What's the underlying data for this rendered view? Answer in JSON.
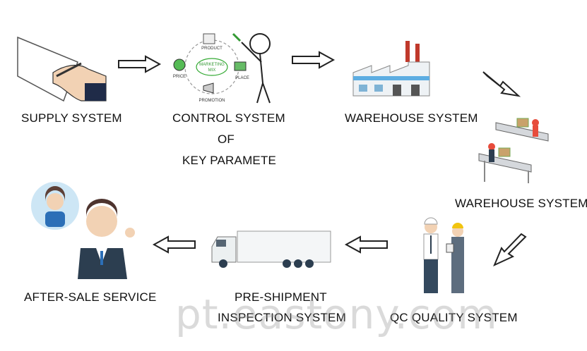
{
  "steps": {
    "supply": "SUPPLY SYSTEM",
    "control_1": "CONTROL SYSTEM",
    "control_2": "OF",
    "control_3": "KEY PARAMETE",
    "warehouse_top": "WAREHOUSE SYSTEM",
    "warehouse_right": "WAREHOUSE SYSTEM",
    "qc": "QC QUALITY SYSTEM",
    "pre_shipment_1": "PRE-SHIPMENT",
    "pre_shipment_2": "INSPECTION SYSTEM",
    "after_sale": "AFTER-SALE SERVICE"
  },
  "marketing_mix": {
    "center": "MARKETING MIX",
    "product": "PRODUCT",
    "price": "PRICE",
    "place": "PLACE",
    "promotion": "PROMOTION"
  },
  "watermark": "pt.eastony.com",
  "colors": {
    "text": "#111111",
    "outline": "#222222",
    "factory_roof": "#c0392b",
    "worker_vest": "#e74c3c",
    "service_blue": "#2c6fb7"
  }
}
